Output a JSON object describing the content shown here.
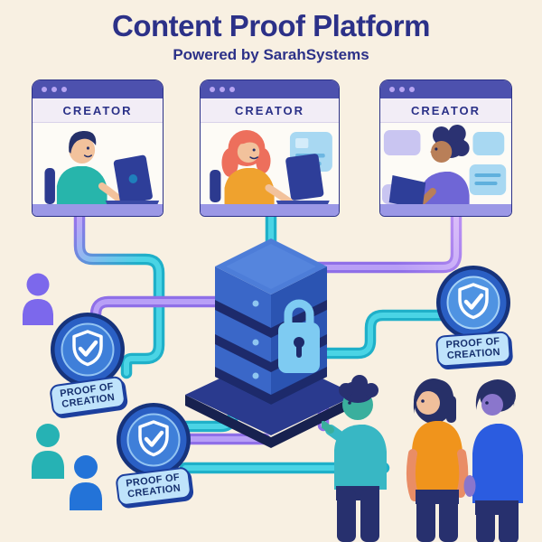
{
  "header": {
    "title": "Content Proof Platform",
    "subtitle": "Powered by SarahSystems"
  },
  "windows": [
    {
      "label": "CREATOR",
      "alt": "creator with teal shirt working on laptop"
    },
    {
      "label": "CREATOR",
      "alt": "creator with red hair working on laptop beside document card"
    },
    {
      "label": "CREATOR",
      "alt": "creator with purple shirt working on laptop among content cards"
    }
  ],
  "server": {
    "icon": "padlock-icon",
    "alt": "secure content server"
  },
  "badges": [
    {
      "icon": "shield-check-icon",
      "line1": "PROOF OF",
      "line2": "CREATION"
    },
    {
      "icon": "shield-check-icon",
      "line1": "PROOF OF",
      "line2": "CREATION"
    },
    {
      "icon": "shield-check-icon",
      "line1": "PROOF OF",
      "line2": "CREATION"
    }
  ],
  "user_icons": [
    {
      "icon": "user-icon",
      "color": "#7c68ec"
    },
    {
      "icon": "user-icon",
      "color": "#26b2b4"
    },
    {
      "icon": "user-icon",
      "color": "#2373d8"
    }
  ],
  "audience": {
    "people_count": 3
  },
  "colors": {
    "background": "#f8f0e2",
    "navy_text": "#2c3188",
    "window_titlebar": "#4d51ae",
    "pipe_teal": "#45d6e8",
    "pipe_purple": "#b49af7",
    "server_blue": "#3a67c8",
    "badge_ring_blue": "#2a5fc4",
    "label_light_blue": "#bfe3fb",
    "desk_purple": "#9b98e6"
  }
}
